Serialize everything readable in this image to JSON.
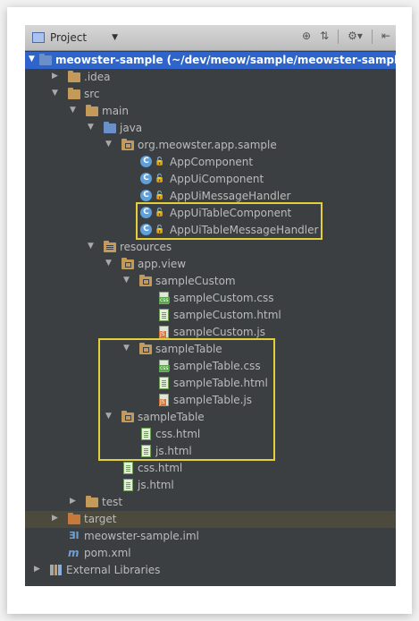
{
  "toolbar": {
    "title": "Project"
  },
  "project": {
    "name": "meowster-sample",
    "path": "(~/dev/meow/sample/meowster-sample)"
  },
  "tree": [
    {
      "label": ".idea"
    },
    {
      "label": "src"
    },
    {
      "label": "main"
    },
    {
      "label": "java"
    },
    {
      "label": "org.meowster.app.sample"
    },
    {
      "label": "AppComponent"
    },
    {
      "label": "AppUiComponent"
    },
    {
      "label": "AppUiMessageHandler"
    },
    {
      "label": "AppUiTableComponent"
    },
    {
      "label": "AppUiTableMessageHandler"
    },
    {
      "label": "resources"
    },
    {
      "label": "app.view"
    },
    {
      "label": "sampleCustom"
    },
    {
      "label": "sampleCustom.css"
    },
    {
      "label": "sampleCustom.html"
    },
    {
      "label": "sampleCustom.js"
    },
    {
      "label": "sampleTable"
    },
    {
      "label": "sampleTable.css"
    },
    {
      "label": "sampleTable.html"
    },
    {
      "label": "sampleTable.js"
    },
    {
      "label": "sampleTable"
    },
    {
      "label": "css.html"
    },
    {
      "label": "js.html"
    },
    {
      "label": "css.html"
    },
    {
      "label": "js.html"
    },
    {
      "label": "test"
    },
    {
      "label": "target"
    },
    {
      "label": "meowster-sample.iml"
    },
    {
      "label": "pom.xml"
    },
    {
      "label": "External Libraries"
    }
  ],
  "colors": {
    "selection": "#2f65ca",
    "highlight_box": "#e3cf3c",
    "panel_bg": "#3c3f41"
  }
}
